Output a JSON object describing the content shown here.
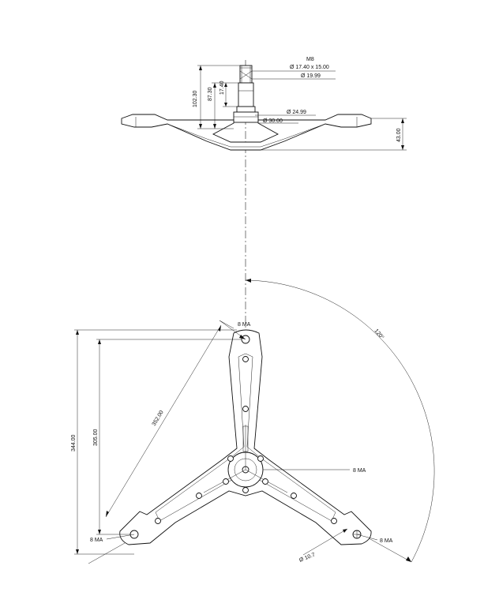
{
  "side_view": {
    "thread_label": "M8",
    "shaft_label": "Ø 17.40 x 15.00",
    "collar_label": "Ø 19.99",
    "hub_label": "Ø 24.99",
    "base_label": "Ø 30.00",
    "overall_height": "102.30",
    "shaft_height": "87.30",
    "step_height": "17.40",
    "arm_height": "43.00"
  },
  "plan_view": {
    "angle_label": "120°",
    "arm_length": "352.00",
    "overall_height": "344.00",
    "hole_height": "305.00",
    "hole_top_label": "8 MA",
    "hole_left_label": "8 MA",
    "hole_center_label": "8 MA",
    "hole_right_label": "8 MA",
    "pin_label": "Ø 10.7"
  }
}
